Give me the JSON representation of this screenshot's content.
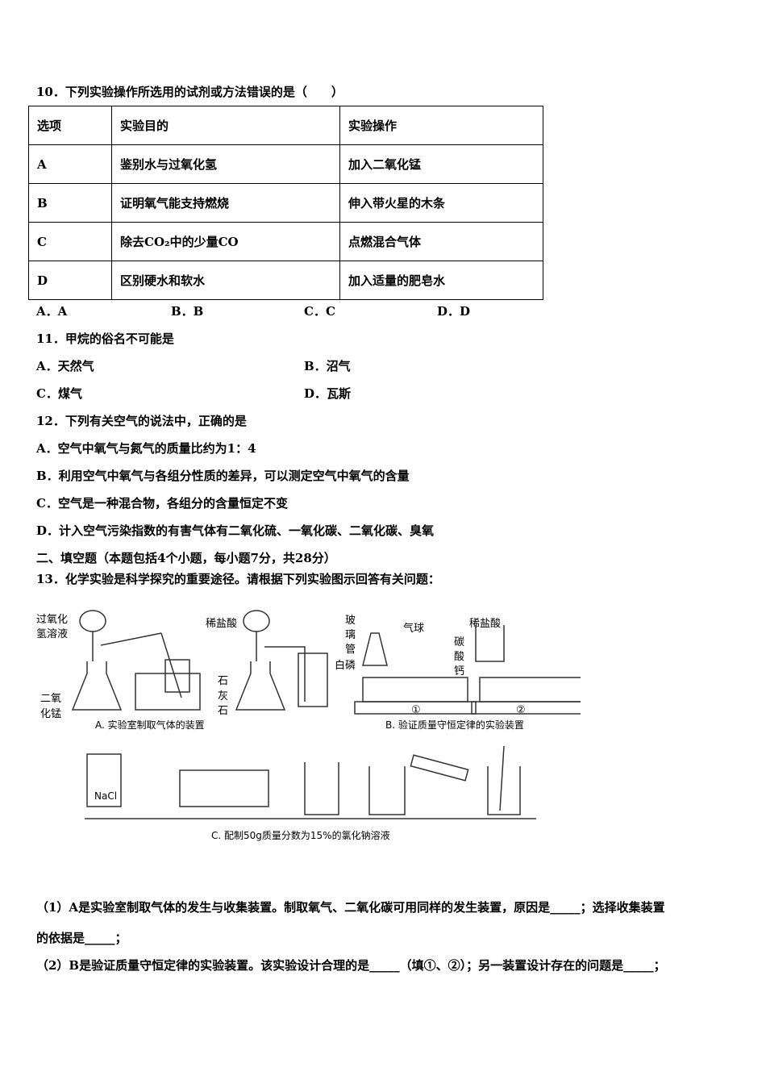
{
  "q10": {
    "stem": "10．下列实验操作所选用的试剂或方法错误的是（　　）",
    "headers": [
      "选项",
      "实验目的",
      "实验操作"
    ],
    "rows": [
      [
        "A",
        "鉴别水与过氧化氢",
        "加入二氧化锰"
      ],
      [
        "B",
        "证明氧气能支持燃烧",
        "伸入带火星的木条"
      ],
      [
        "C",
        "除去CO₂中的少量CO",
        "点燃混合气体"
      ],
      [
        "D",
        "区别硬水和软水",
        "加入适量的肥皂水"
      ]
    ],
    "options": [
      "A．A",
      "B．B",
      "C．C",
      "D．D"
    ]
  },
  "q11": {
    "stem": "11．甲烷的俗名不可能是",
    "options": [
      "A．天然气",
      "B．沼气",
      "C．煤气",
      "D．瓦斯"
    ]
  },
  "q12": {
    "stem": "12．下列有关空气的说法中，正确的是",
    "options": [
      "A．空气中氧气与氮气的质量比约为1：4",
      "B．利用空气中氧气与各组分性质的差异，可以测定空气中氧气的含量",
      "C．空气是一种混合物，各组分的含量恒定不变",
      "D．计入空气污染指数的有害气体有二氧化硫、一氧化碳、二氧化碳、臭氧"
    ]
  },
  "section2": "二、填空题（本题包括4个小题，每小题7分，共28分）",
  "q13": {
    "stem": "13．化学实验是科学探究的重要途径。请根据下列实验图示回答有关问题：",
    "figure": {
      "labels_a": [
        "过氧化",
        "氢溶液",
        "二氧",
        "化锰",
        "稀盐酸",
        "石",
        "灰",
        "石"
      ],
      "caption_a": "A. 实验室制取气体的装置",
      "labels_b": [
        "玻",
        "璃",
        "管",
        "气球",
        "白磷",
        "稀盐酸",
        "碳",
        "酸",
        "钙",
        "①",
        "②"
      ],
      "caption_b": "B. 验证质量守恒定律的实验装置",
      "label_nacl": "NaCl",
      "caption_c": "C. 配制50g质量分数为15%的氯化钠溶液"
    },
    "p1a": "（1）A是实验室制取气体的发生与收集装置。制取氧气、二氧化碳可用同样的发生装置，原因是_____；选择收集装置",
    "p1b": "的依据是_____；",
    "p2": "（2）B是验证质量守恒定律的实验装置。该实验设计合理的是_____（填①、②）；另一装置设计存在的问题是_____；"
  }
}
